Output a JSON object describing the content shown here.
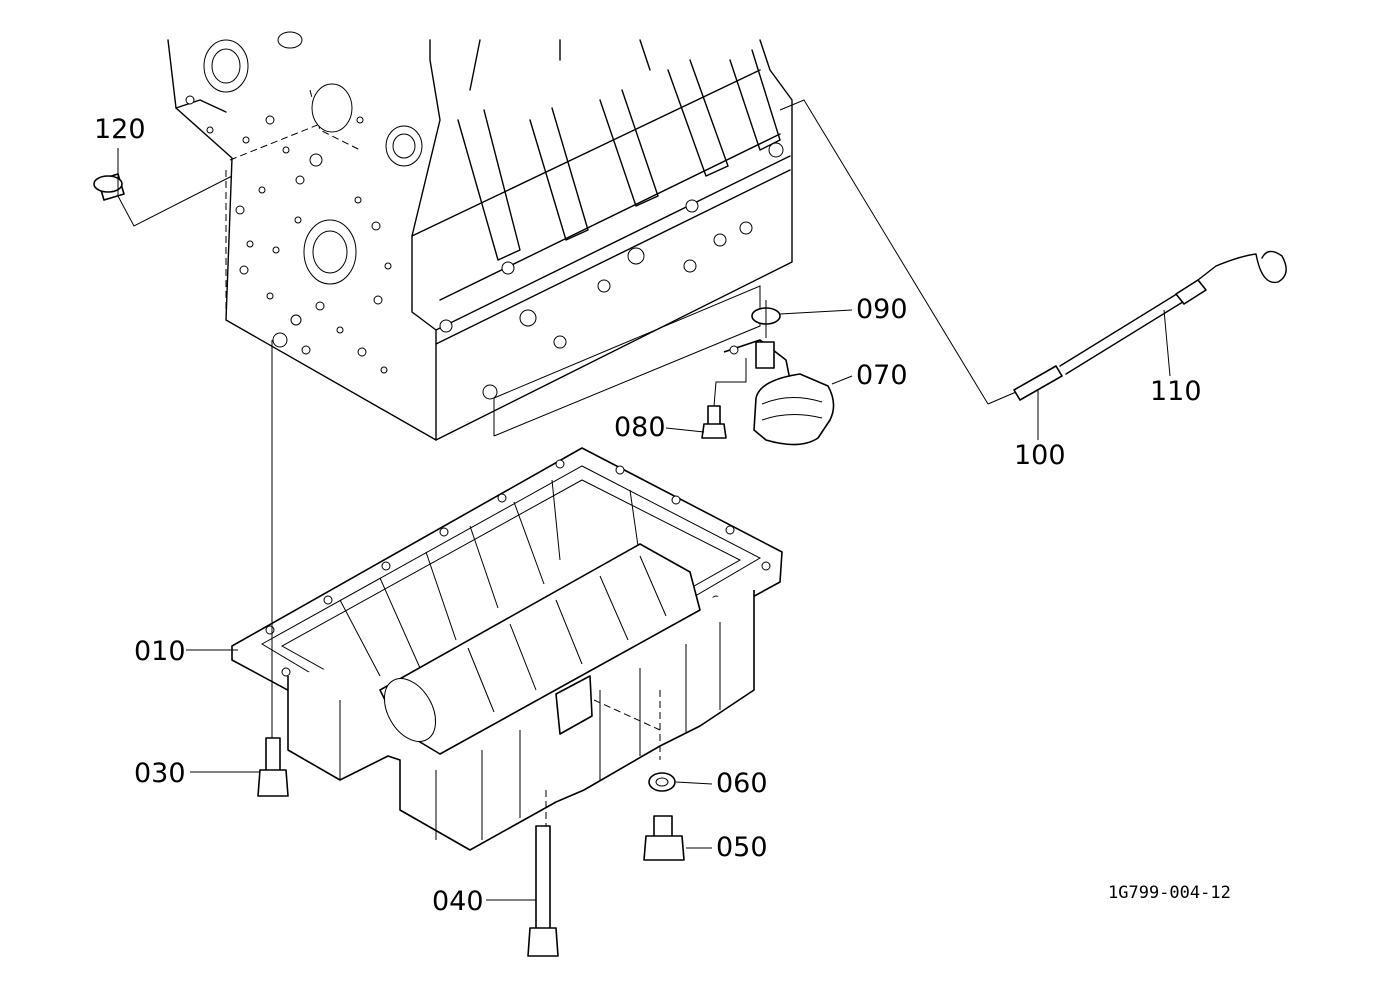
{
  "diagram": {
    "drawing_id": "1G799-004-12",
    "callouts": [
      {
        "id": "010"
      },
      {
        "id": "030"
      },
      {
        "id": "040"
      },
      {
        "id": "050"
      },
      {
        "id": "060"
      },
      {
        "id": "070"
      },
      {
        "id": "080"
      },
      {
        "id": "090"
      },
      {
        "id": "100"
      },
      {
        "id": "110"
      },
      {
        "id": "120"
      }
    ]
  }
}
